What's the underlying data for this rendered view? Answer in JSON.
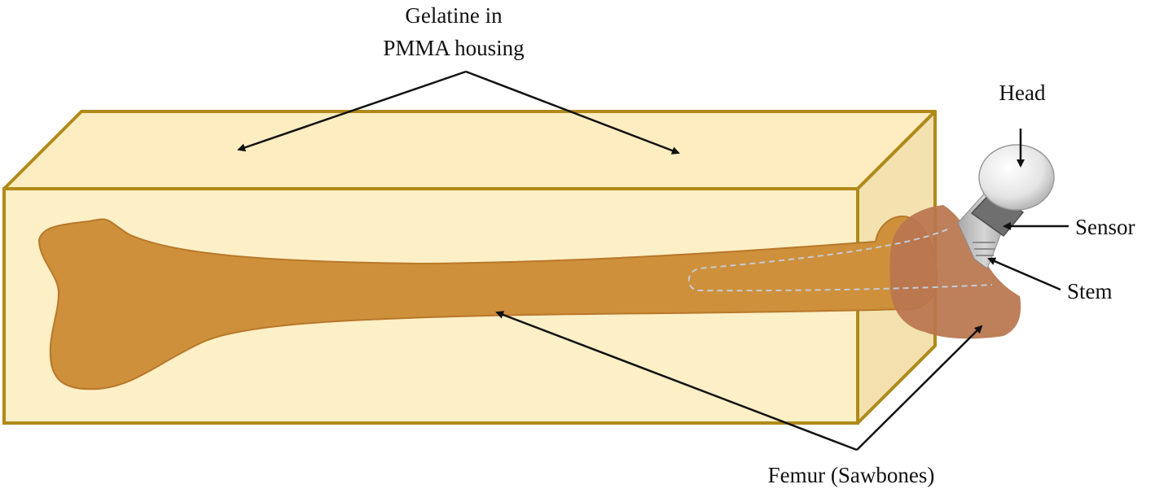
{
  "labels": {
    "gelatine_line1": "Gelatine in",
    "gelatine_line2": "PMMA housing",
    "head": "Head",
    "sensor": "Sensor",
    "stem": "Stem",
    "femur": "Femur (Sawbones)"
  },
  "colors": {
    "housing_fill": "#fdedc0",
    "housing_edge": "#b08a1a",
    "bone": "#cf903c",
    "bone_outline": "#b8782a",
    "femoral_head_cut": "#b9754f",
    "stem_dash": "#b8c4d0",
    "implant_head": "#e6e6e6",
    "sensor": "#6f6f6f",
    "neck": "#b9b9b9"
  }
}
